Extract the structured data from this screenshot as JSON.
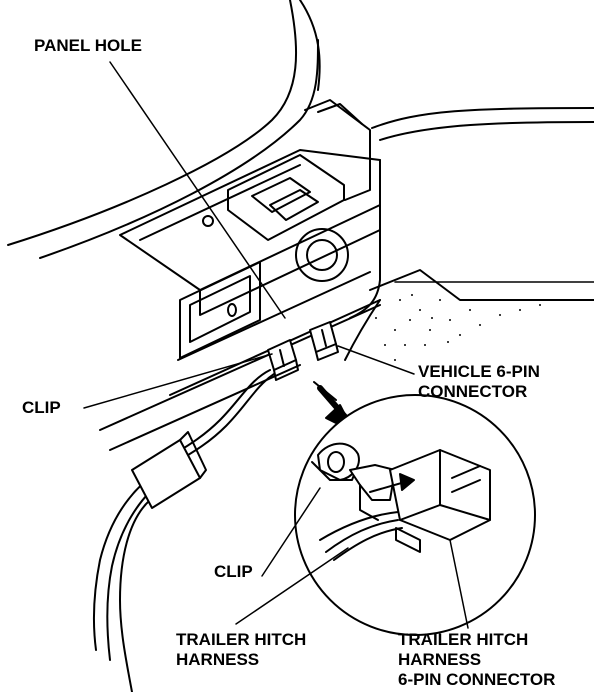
{
  "labels": {
    "panel_hole": "PANEL HOLE",
    "clip_left": "CLIP",
    "vehicle_connector": {
      "line1": "VEHICLE 6-PIN",
      "line2": "CONNECTOR"
    },
    "clip_detail": "CLIP",
    "trailer_harness": {
      "line1": "TRAILER HITCH",
      "line2": "HARNESS"
    },
    "trailer_connector": {
      "line1": "TRAILER HITCH",
      "line2": "HARNESS",
      "line3": "6-PIN CONNECTOR"
    }
  }
}
